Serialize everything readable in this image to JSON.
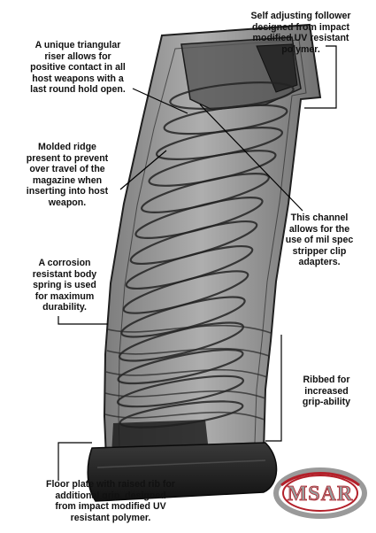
{
  "callouts": {
    "riser": "A unique triangular\nriser allows for\npositive contact in all\nhost weapons with a\nlast round hold open.",
    "follower": "Self adjusting follower\ndesigned from impact\nmodified UV resistant\npolymer.",
    "ridge": "Molded ridge\npresent to prevent\nover travel of the\nmagazine when\ninserting into host\nweapon.",
    "channel": "This channel\nallows for the\nuse of mil spec\nstripper clip\nadapters.",
    "spring": "A corrosion\nresistant body\nspring is used\nfor maximum\ndurability.",
    "ribbed": "Ribbed for\nincreased\ngrip-ability",
    "floor": "Floor plate with raised rib for\nadditional grip, designed\nfrom impact modified UV\nresistant polymer."
  },
  "logo": {
    "text": "MSAR"
  },
  "colors": {
    "body_dark": "#3c3c3c",
    "body_light": "#8a8a8a",
    "spring": "#2a2a2a",
    "floor_plate": "#1c1c1c",
    "logo_red": "#b3202a",
    "logo_silver": "#9a9a9a"
  }
}
